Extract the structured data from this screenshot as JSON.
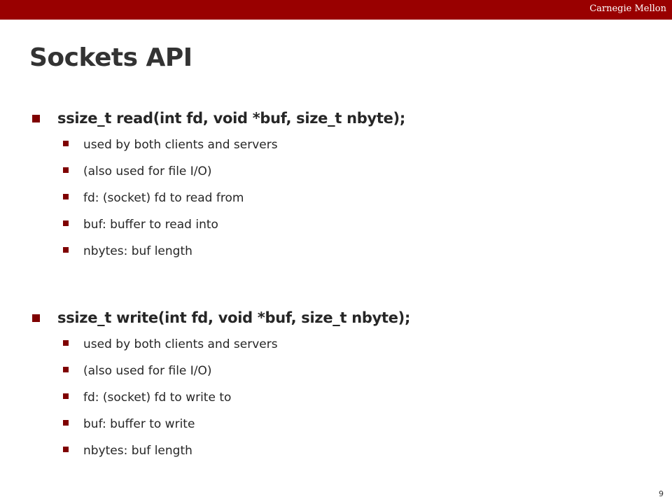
{
  "header": {
    "brand": "Carnegie Mellon"
  },
  "slide": {
    "title": "Sockets API",
    "sections": [
      {
        "heading": "ssize_t read(int fd, void *buf, size_t nbyte);",
        "items": [
          "used by both clients and servers",
          "(also used for file I/O)",
          "fd: (socket) fd to read from",
          "buf: buffer to read into",
          "nbytes: buf length"
        ]
      },
      {
        "heading": "ssize_t write(int fd, void *buf, size_t nbyte);",
        "items": [
          "used by both clients and servers",
          "(also used for file I/O)",
          "fd: (socket) fd to write to",
          "buf: buffer to write",
          "nbytes: buf length"
        ]
      }
    ]
  },
  "footer": {
    "page_number": "9"
  },
  "colors": {
    "brand_bar": "#990000",
    "bullet": "#7f0000"
  }
}
